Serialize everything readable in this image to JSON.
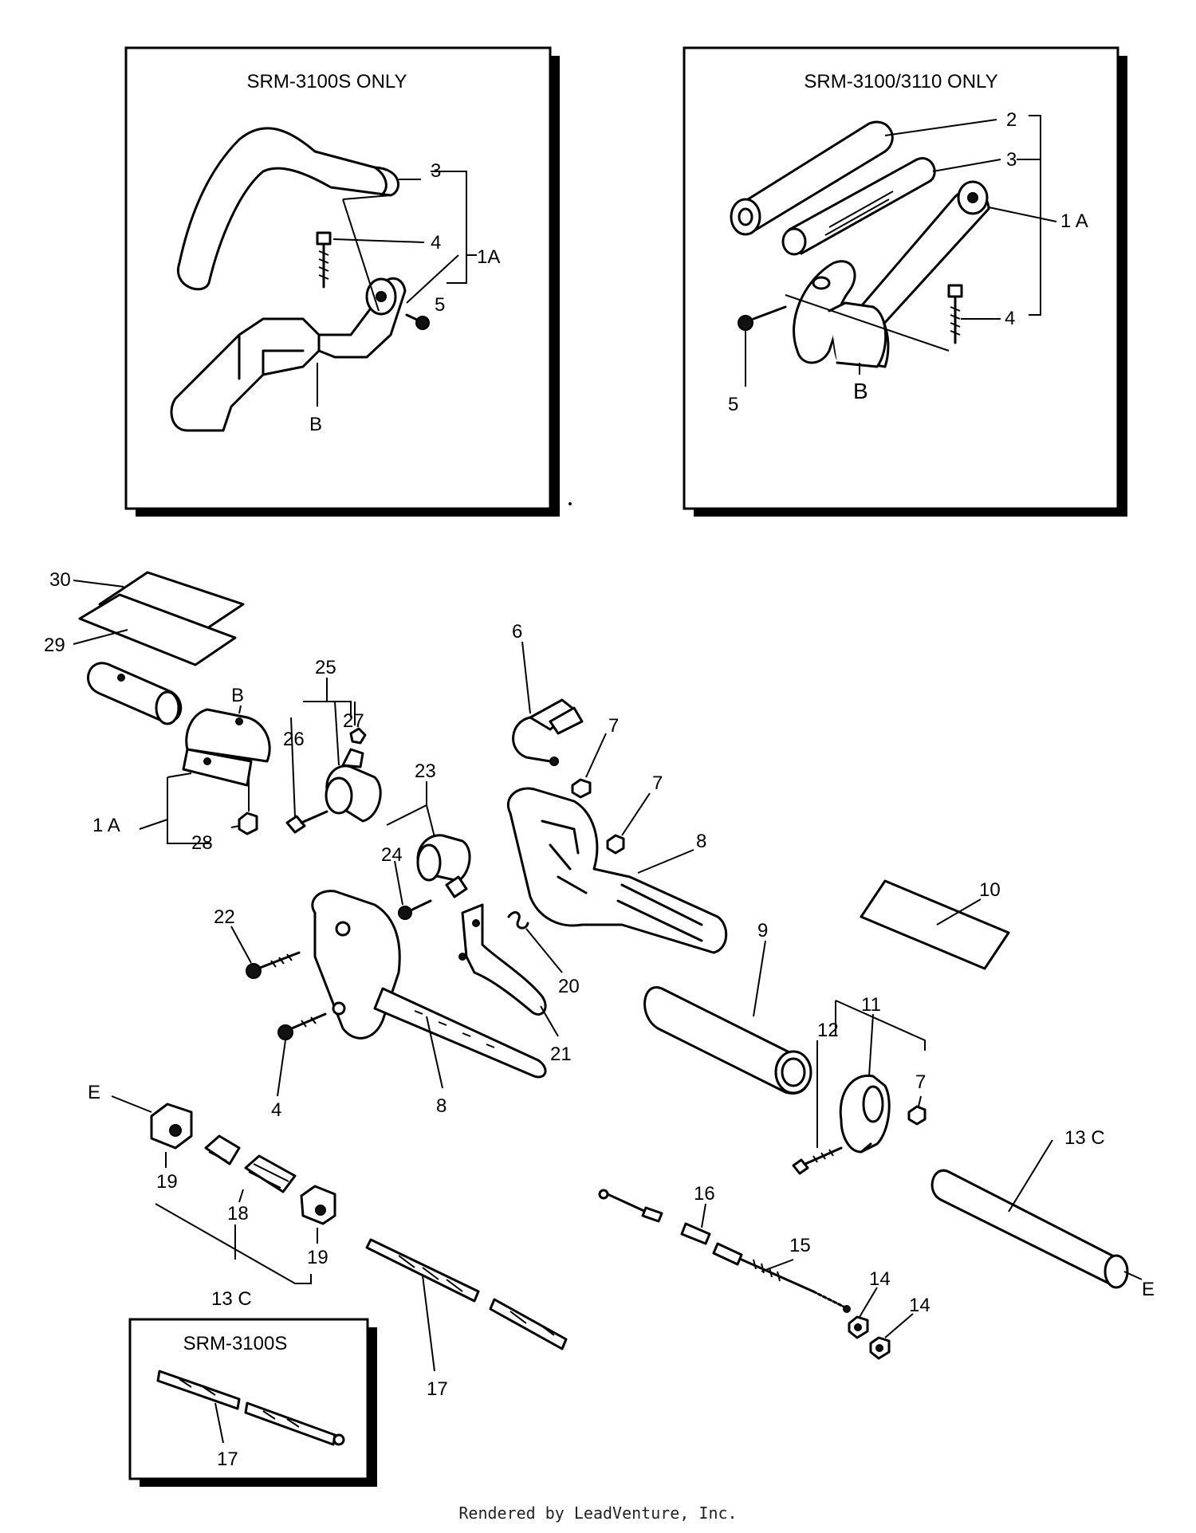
{
  "insets": {
    "top_left_title": "SRM-3100S ONLY",
    "top_right_title": "SRM-3100/3110 ONLY",
    "bottom_left_title": "SRM-3100S"
  },
  "labels": {
    "tl_3": "3",
    "tl_4": "4",
    "tl_1a": "1A",
    "tl_5": "5",
    "tl_b": "B",
    "tr_2": "2",
    "tr_3": "3",
    "tr_1a": "1 A",
    "tr_4": "4",
    "tr_5": "5",
    "tr_b": "B",
    "m_30": "30",
    "m_29": "29",
    "m_b": "B",
    "m_1a": "1 A",
    "m_28": "28",
    "m_25": "25",
    "m_26": "26",
    "m_27": "27",
    "m_23": "23",
    "m_24": "24",
    "m_6": "6",
    "m_7a": "7",
    "m_7b": "7",
    "m_8a": "8",
    "m_10": "10",
    "m_22": "22",
    "m_20": "20",
    "m_21": "21",
    "m_9": "9",
    "m_11": "11",
    "m_12": "12",
    "m_7c": "7",
    "m_4": "4",
    "m_8b": "8",
    "m_e1": "E",
    "m_19a": "19",
    "m_18": "18",
    "m_19b": "19",
    "m_13c_a": "13 C",
    "m_13c_b": "13 C",
    "m_e2": "E",
    "m_16": "16",
    "m_15": "15",
    "m_14a": "14",
    "m_14b": "14",
    "m_17a": "17",
    "m_17b": "17"
  },
  "footer": "Rendered by LeadVenture, Inc."
}
